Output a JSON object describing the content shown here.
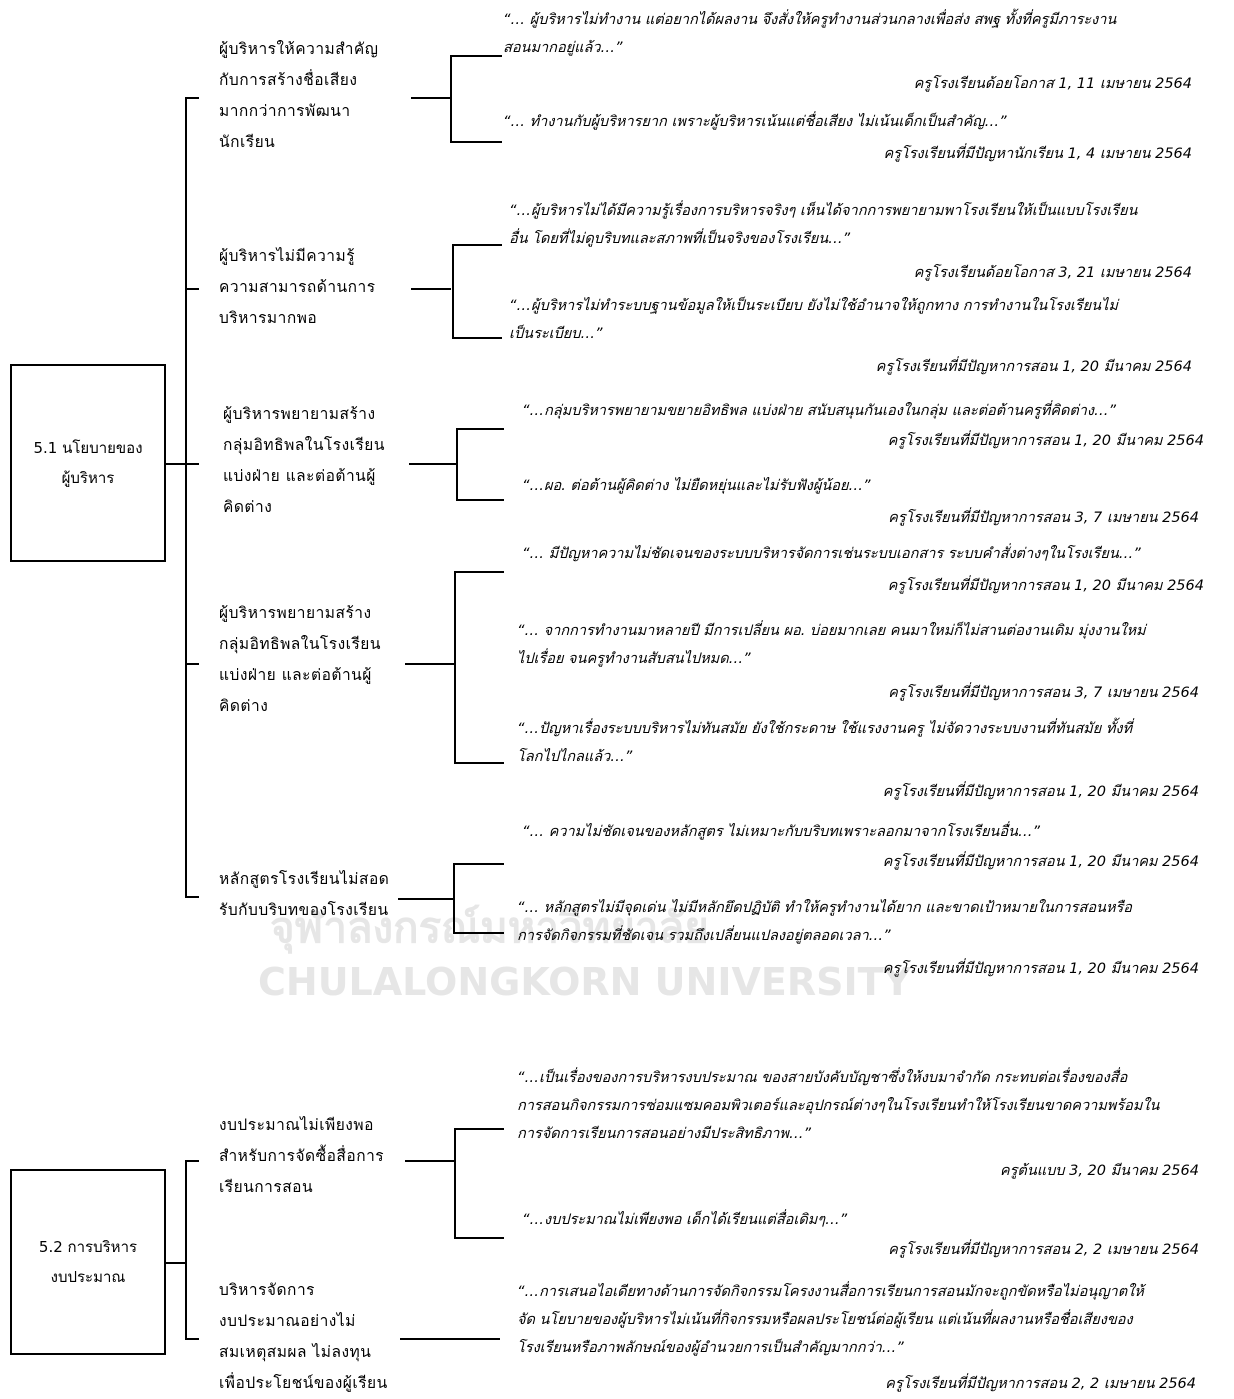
{
  "watermark": {
    "thai": "จุฬาลงกรณ์มหาวิทยาลัย",
    "english": "CHULALONGKORN UNIVERSITY"
  },
  "sections": [
    {
      "title": "5.1 นโยบายของ\nผู้บริหาร",
      "themes": [
        {
          "label": "ผู้บริหารให้ความสำคัญ\nกับการสร้างชื่อเสียง\nมากกว่าการพัฒนา\nนักเรียน",
          "quotes": [
            {
              "text": "“… ผู้บริหารไม่ทำงาน แต่อยากได้ผลงาน จึงสั่งให้ครูทำงานส่วนกลางเพื่อส่ง สพฐ ทั้งที่ครูมีภาระงาน\nสอนมากอยู่แล้ว…”",
              "source": "ครูโรงเรียนด้อยโอกาส 1, 11 เมษายน 2564"
            },
            {
              "text": "“… ทำงานกับผู้บริหารยาก เพราะผู้บริหารเน้นแต่ชื่อเสียง ไม่เน้นเด็กเป็นสำคัญ…”",
              "source": "ครูโรงเรียนที่มีปัญหานักเรียน 1, 4 เมษายน 2564"
            }
          ]
        },
        {
          "label": "ผู้บริหารไม่มีความรู้\nความสามารถด้านการ\nบริหารมากพอ",
          "quotes": [
            {
              "text": "“…ผู้บริหารไม่ได้มีความรู้เรื่องการบริหารจริงๆ เห็นได้จากการพยายามพาโรงเรียนให้เป็นแบบโรงเรียน\nอื่น โดยที่ไม่ดูบริบทและสภาพที่เป็นจริงของโรงเรียน…”",
              "source": "ครูโรงเรียนด้อยโอกาส 3, 21 เมษายน 2564"
            },
            {
              "text": "“…ผู้บริหารไม่ทำระบบฐานข้อมูลให้เป็นระเบียบ ยังไม่ใช้อำนาจให้ถูกทาง การทำงานในโรงเรียนไม่\nเป็นระเบียบ…”",
              "source": "ครูโรงเรียนที่มีปัญหาการสอน 1, 20 มีนาคม 2564"
            }
          ]
        },
        {
          "label": "ผู้บริหารพยายามสร้าง\nกลุ่มอิทธิพลในโรงเรียน\nแบ่งฝ่าย และต่อต้านผู้\nคิดต่าง",
          "quotes": [
            {
              "text": "“…กลุ่มบริหารพยายามขยายอิทธิพล แบ่งฝ่าย สนับสนุนกันเองในกลุ่ม และต่อต้านครูที่คิดต่าง…”",
              "source": "ครูโรงเรียนที่มีปัญหาการสอน 1, 20 มีนาคม 2564"
            },
            {
              "text": "“…ผอ. ต่อต้านผู้คิดต่าง ไม่ยืดหยุ่นและไม่รับฟังผู้น้อย…”",
              "source": "ครูโรงเรียนที่มีปัญหาการสอน 3, 7 เมษายน 2564"
            }
          ]
        },
        {
          "label": "ผู้บริหารพยายามสร้าง\nกลุ่มอิทธิพลในโรงเรียน\nแบ่งฝ่าย และต่อต้านผู้\nคิดต่าง",
          "quotes": [
            {
              "text": "“… มีปัญหาความไม่ชัดเจนของระบบบริหารจัดการเช่นระบบเอกสาร ระบบคำสั่งต่างๆในโรงเรียน…”",
              "source": "ครูโรงเรียนที่มีปัญหาการสอน 1, 20 มีนาคม 2564"
            },
            {
              "text": "“… จากการทำงานมาหลายปี มีการเปลี่ยน ผอ. บ่อยมากเลย คนมาใหม่ก็ไม่สานต่องานเดิม มุ่งงานใหม่\nไปเรื่อย จนครูทำงานสับสนไปหมด…”",
              "source": "ครูโรงเรียนที่มีปัญหาการสอน 3, 7 เมษายน 2564"
            },
            {
              "text": "“…ปัญหาเรื่องระบบบริหารไม่ทันสมัย ยังใช้กระดาษ ใช้แรงงานครู ไม่จัดวางระบบงานที่ทันสมัย ทั้งที่\nโลกไปไกลแล้ว…”",
              "source": "ครูโรงเรียนที่มีปัญหาการสอน 1, 20 มีนาคม 2564"
            }
          ]
        },
        {
          "label": "หลักสูตรโรงเรียนไม่สอด\nรับกับบริบทของโรงเรียน",
          "quotes": [
            {
              "text": "“… ความไม่ชัดเจนของหลักสูตร ไม่เหมาะกับบริบทเพราะลอกมาจากโรงเรียนอื่น…”",
              "source": "ครูโรงเรียนที่มีปัญหาการสอน 1, 20 มีนาคม 2564"
            },
            {
              "text": "“… หลักสูตรไม่มีจุดเด่น ไม่มีหลักยึดปฏิบัติ ทำให้ครูทำงานได้ยาก และขาดเป้าหมายในการสอนหรือ\nการจัดกิจกรรมที่ชัดเจน รวมถึงเปลี่ยนแปลงอยู่ตลอดเวลา…”",
              "source": "ครูโรงเรียนที่มีปัญหาการสอน 1, 20 มีนาคม 2564"
            }
          ]
        }
      ]
    },
    {
      "title": "5.2 การบริหาร\nงบประมาณ",
      "themes": [
        {
          "label": "งบประมาณไม่เพียงพอ\nสำหรับการจัดซื้อสื่อการ\nเรียนการสอน",
          "quotes": [
            {
              "text": "“…เป็นเรื่องของการบริหารงบประมาณ ของสายบังคับบัญชาซึ่งให้งบมาจำกัด กระทบต่อเรื่องของสื่อ\nการสอนกิจกรรมการซ่อมแซมคอมพิวเตอร์และอุปกรณ์ต่างๆในโรงเรียนทำให้โรงเรียนขาดความพร้อมใน\nการจัดการเรียนการสอนอย่างมีประสิทธิภาพ…”",
              "source": "ครูต้นแบบ 3, 20 มีนาคม 2564"
            },
            {
              "text": "“…งบประมาณไม่เพียงพอ เด็กได้เรียนแต่สื่อเดิมๆ…”",
              "source": "ครูโรงเรียนที่มีปัญหาการสอน 2, 2 เมษายน 2564"
            }
          ]
        },
        {
          "label": "บริหารจัดการ\nงบประมาณอย่างไม่\nสมเหตุสมผล ไม่ลงทุน\nเพื่อประโยชน์ของผู้เรียน",
          "quotes": [
            {
              "text": "“…การเสนอไอเดียทางด้านการจัดกิจกรรมโครงงานสื่อการเรียนการสอนมักจะถูกขัดหรือไม่อนุญาตให้\nจัด นโยบายของผู้บริหารไม่เน้นที่กิจกรรมหรือผลประโยชน์ต่อผู้เรียน แต่เน้นที่ผลงานหรือชื่อเสียงของ\nโรงเรียนหรือภาพลักษณ์ของผู้อำนวยการเป็นสำคัญมากกว่า…”",
              "source": "ครูโรงเรียนที่มีปัญหาการสอน 2, 2 เมษายน 2564"
            }
          ]
        }
      ]
    }
  ]
}
